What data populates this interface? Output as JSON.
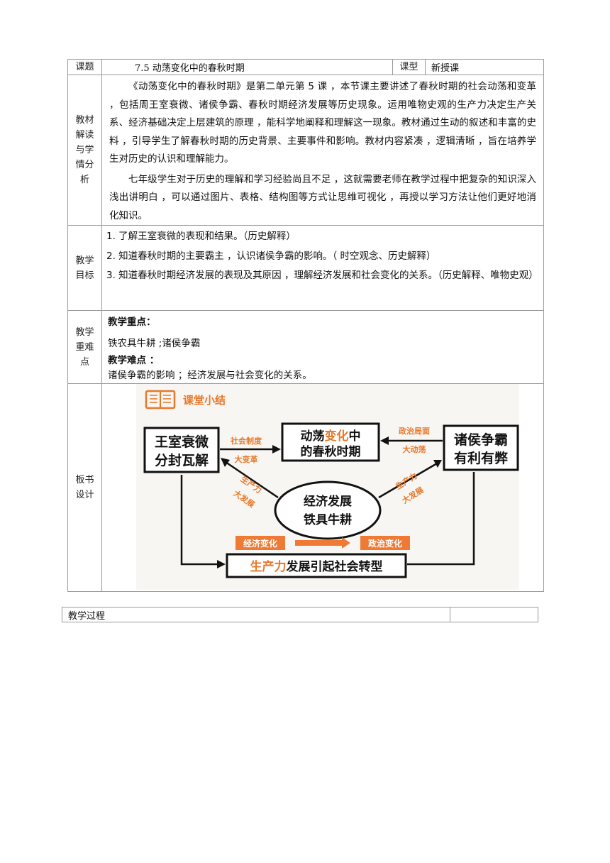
{
  "lesson": {
    "label_title": "课题",
    "title": "7.5 动荡变化中的春秋时期",
    "label_type": "课型",
    "type": "新授课"
  },
  "analysis": {
    "label": "教材解读与学情分析",
    "para1": "《动荡变化中的春秋时期》是第二单元第 5 课 ，本节课主要讲述了春秋时期的社会动荡和变革 ，包括周王室衰微、诸侯争霸、春秋时期经济发展等历史现象。运用唯物史观的生产力决定生产关系、经济基础决定上层建筑的原理 ，能科学地阐释和理解这一现象。教材通过生动的叙述和丰富的史料 ，引导学生了解春秋时期的历史背景、主要事件和影响。教材内容紧凑 ，逻辑清晰 ，旨在培养学生对历史的认识和理解能力。",
    "para2": "七年级学生对于历史的理解和学习经验尚且不足 ，这就需要老师在教学过程中把复杂的知识深入浅出讲明白 ，可以通过图片、表格、结构图等方式让思维可视化 ，再授以学习方法让他们更好地消化知识。"
  },
  "goals": {
    "label": "教学目标",
    "items": [
      "1. 了解王室衰微的表现和结果。（历史解释）",
      "2. 知道春秋时期的主要霸主 ，认识诸侯争霸的影响。（ 时空观念、历史解释）",
      "3. 知道春秋时期经济发展的表现及其原因 ，理解经济发展和社会变化的关系。（历史解释、唯物史观）"
    ]
  },
  "keypoints": {
    "label": "教学重难点",
    "key_heading": "教学重点：",
    "key_text": "铁农具牛耕 ;诸侯争霸",
    "diff_heading": "教学难点 ：",
    "diff_text": "诸侯争霸的影响 ；经济发展与社会变化的关系。"
  },
  "board": {
    "label": "板书设计",
    "heading": "课堂小结",
    "left_box_line1": "王室衰微",
    "left_box_line2": "分封瓦解",
    "center_prefix": "动荡",
    "center_highlight": "变化",
    "center_suffix": "中",
    "center_line2": "的春秋时期",
    "right_box_line1": "诸侯争霸",
    "right_box_line2": "有利有弊",
    "arrow_left_1": "社会制度",
    "arrow_left_2": "大变革",
    "arrow_right_1": "政治局面",
    "arrow_right_2": "大动荡",
    "diag_left_1": "生产力",
    "diag_left_2": "大发展",
    "diag_right_1": "生产力",
    "diag_right_2": "大发展",
    "ellipse_line1": "经济发展",
    "ellipse_line2": "铁具牛耕",
    "tag_left": "经济变化",
    "tag_right": "政治变化",
    "bottom_highlight": "生产力",
    "bottom_rest": "发展引起社会转型",
    "accent_color": "#e8782a",
    "tag_color": "#ee7a35"
  },
  "process": {
    "label": "教学过程"
  }
}
